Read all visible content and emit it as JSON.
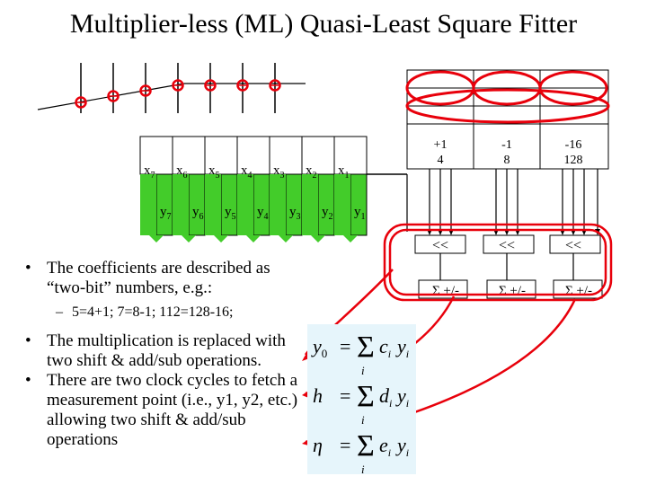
{
  "title": "Multiplier-less (ML) Quasi-Least Square Fitter",
  "x_labels": [
    "x7",
    "x6",
    "x5",
    "x4",
    "x3",
    "x2",
    "x1"
  ],
  "y_labels": [
    "y7",
    "y6",
    "y5",
    "y4",
    "y3",
    "y2",
    "y1"
  ],
  "table": {
    "col1": [
      "+1",
      "4"
    ],
    "col2": [
      "-1",
      "8"
    ],
    "col3": [
      "-16",
      "128"
    ]
  },
  "shift_labels": [
    "<<",
    "<<",
    "<<"
  ],
  "sum_labels": [
    "Σ +/-",
    "Σ +/-",
    "Σ +/-"
  ],
  "bullets": [
    "The coefficients are described as “two-bit” numbers, e.g.:",
    "The multiplication is replaced with two shift & add/sub operations.",
    "There are two clock cycles to fetch a measurement point (i.e., y1, y2, etc.) allowing two shift & add/sub operations"
  ],
  "sub_bullet": "5=4+1; 7=8-1; 112=128-16;",
  "formulas": [
    {
      "lhs": "y0",
      "coef": "c"
    },
    {
      "lhs": "h",
      "coef": "d"
    },
    {
      "lhs": "η",
      "coef": "e"
    }
  ],
  "colors": {
    "red": "#e8000b",
    "green": "#43cc2a",
    "panel": "#e6f5fb"
  }
}
